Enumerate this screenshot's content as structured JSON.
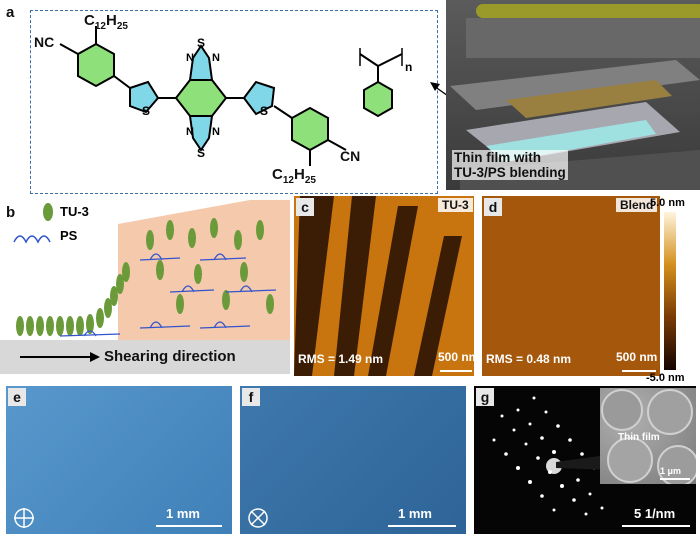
{
  "panels": {
    "a": {
      "label": "a",
      "substituent_top": "C",
      "substituent_top_sub": "12",
      "substituent_top_h": "H",
      "substituent_top_sub2": "25",
      "cn_left": "NC",
      "cn_right": "CN",
      "substituent_bottom": "C",
      "substituent_bottom_sub": "12",
      "substituent_bottom_h": "H",
      "substituent_bottom_sub2": "25",
      "sulfur": "S",
      "nitrogen": "N",
      "polymer_n": "n",
      "device_caption_1": "Thin film with",
      "device_caption_2": "TU-3/PS blending"
    },
    "b": {
      "label": "b",
      "legend_tu3": "TU-3",
      "legend_ps": "PS",
      "direction": "Shearing direction"
    },
    "c": {
      "label": "c",
      "tag": "TU-3",
      "rms": "RMS = 1.49 nm",
      "scale": "500 nm"
    },
    "d": {
      "label": "d",
      "tag": "Blend",
      "rms": "RMS = 0.48 nm",
      "scale": "500 nm",
      "colorbar_max": "5.0 nm",
      "colorbar_min": "-5.0 nm"
    },
    "e": {
      "label": "e",
      "scale": "1 mm"
    },
    "f": {
      "label": "f",
      "scale": "1 mm"
    },
    "g": {
      "label": "g",
      "scale": "5 1/nm",
      "inset_text": "Thin film",
      "inset_scale": "1 μm"
    }
  },
  "colors": {
    "ring_green": "#8ee07a",
    "ring_cyan": "#7fd7e8",
    "polarized_blue": "#4a8fc4",
    "afm_orange": "#c8740f",
    "afm_dark": "#3b1c05"
  }
}
